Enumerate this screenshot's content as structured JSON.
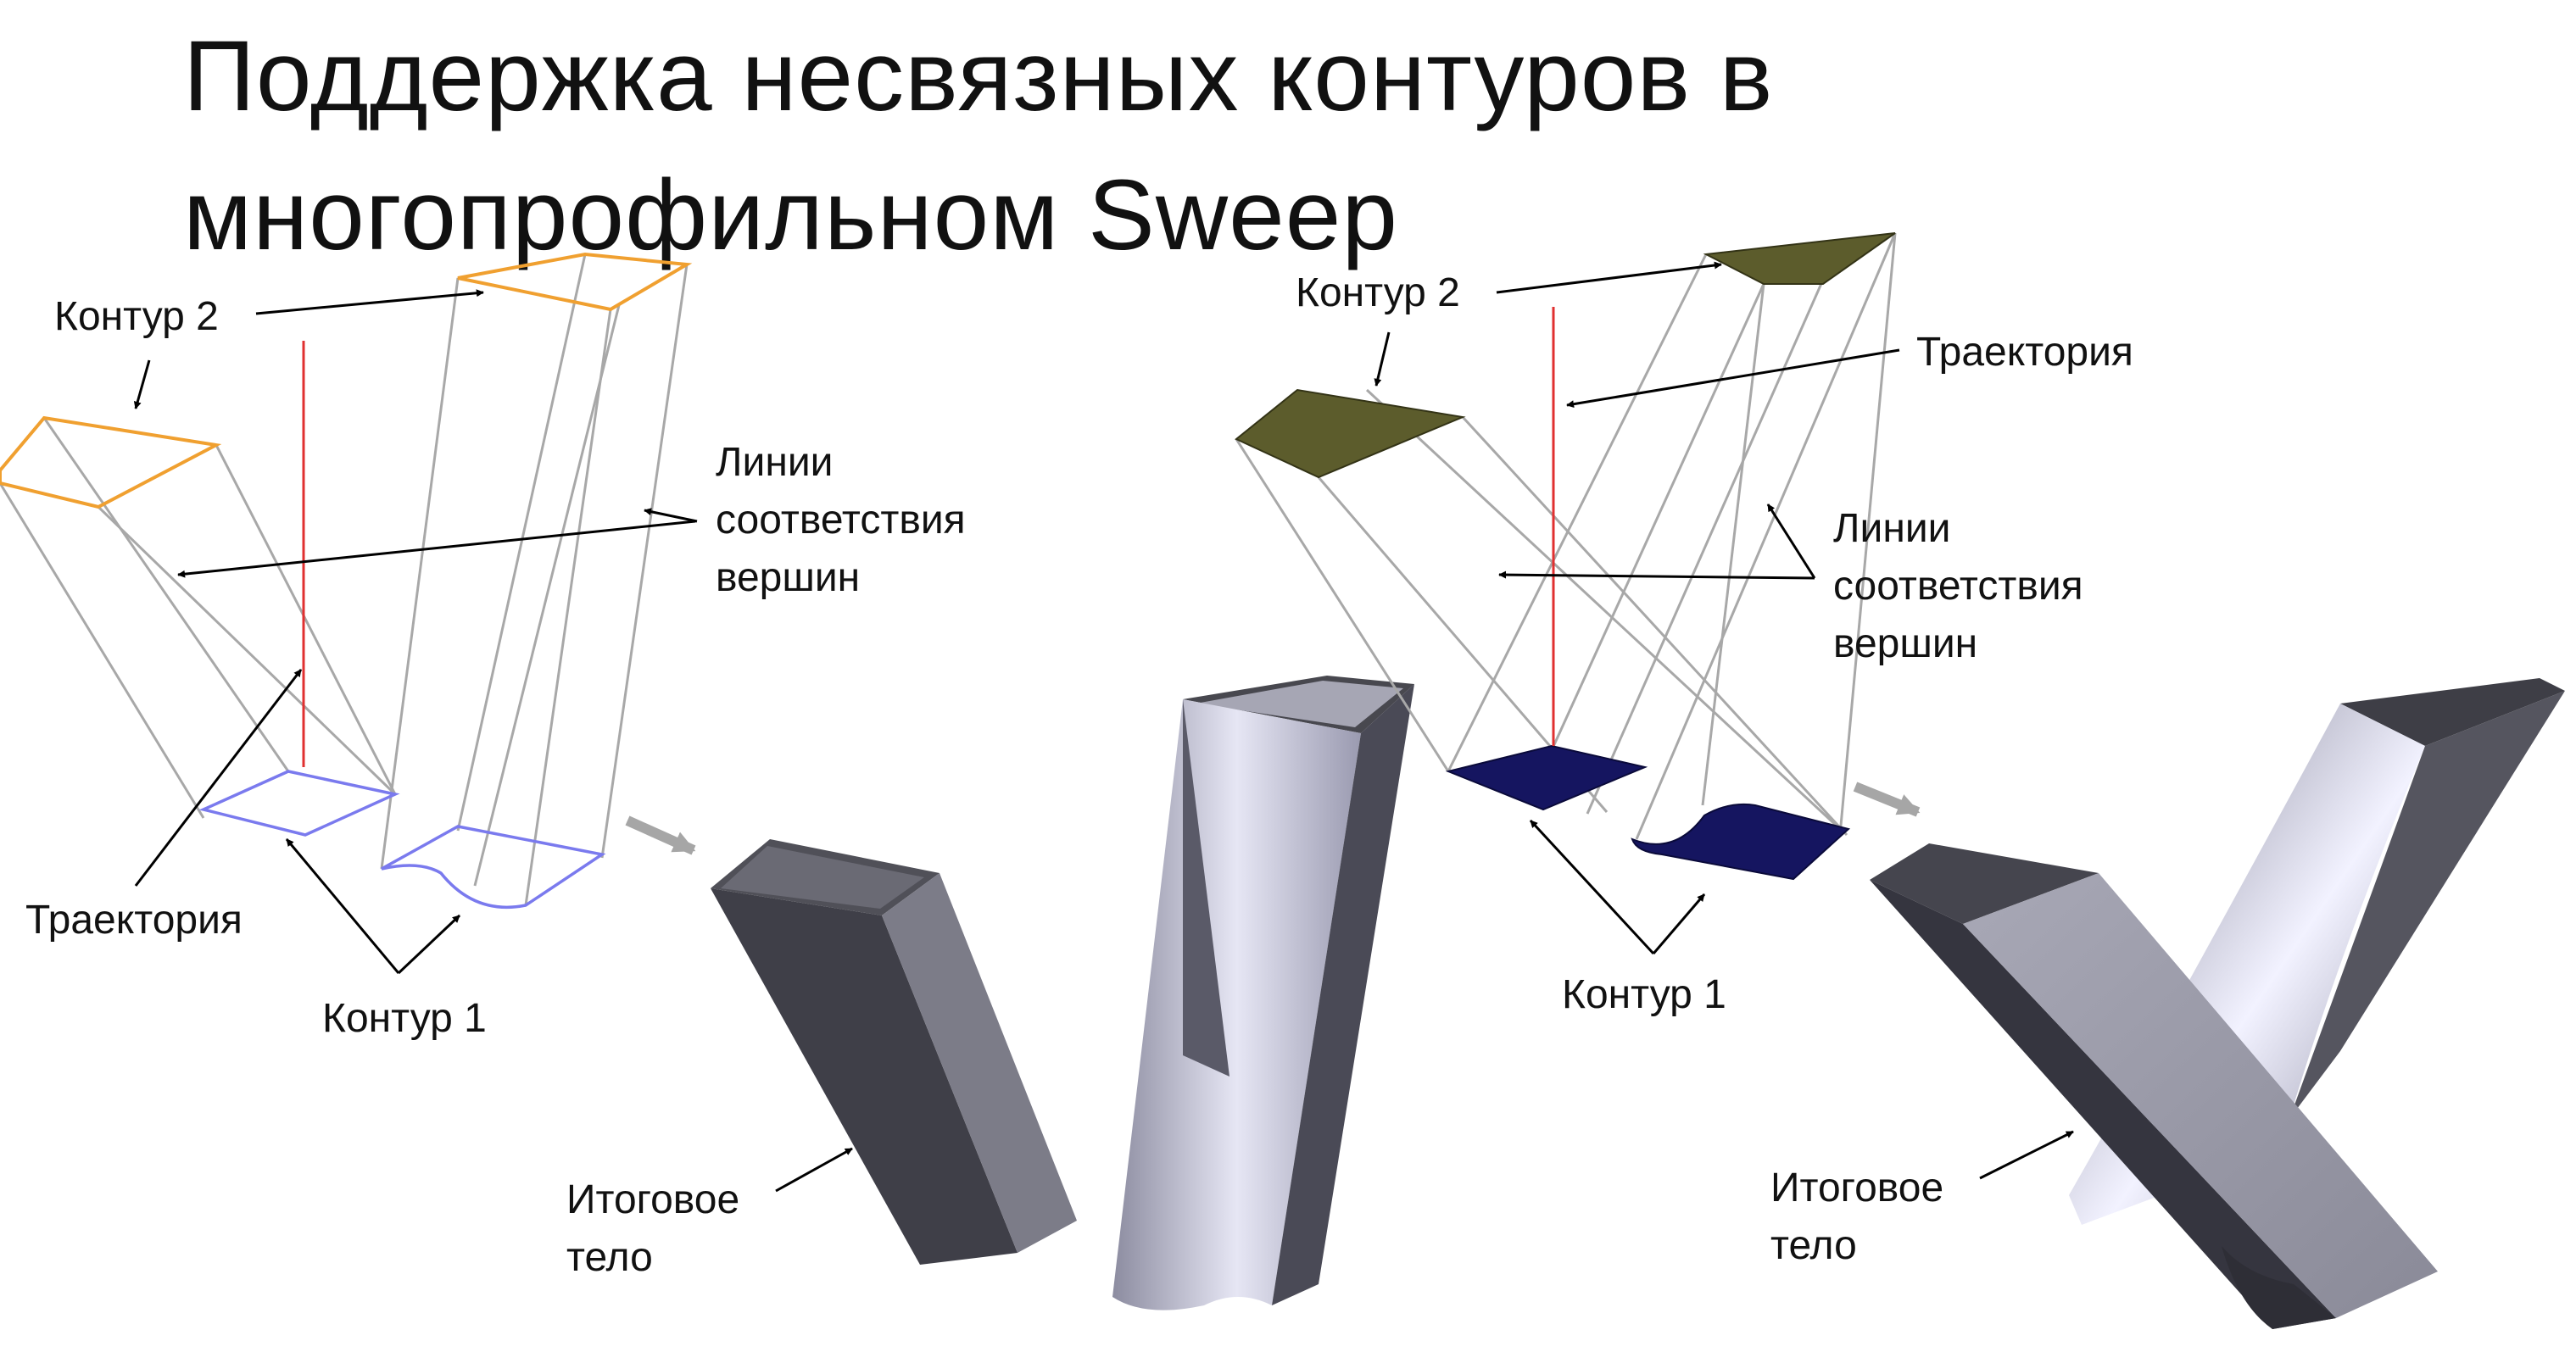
{
  "slide": {
    "title_line1": "Поддержка несвязных контуров в",
    "title_line2": "многопрофильном Sweep"
  },
  "left_diagram": {
    "contour2": "Контур 2",
    "match_lines_1": "Линии",
    "match_lines_2": "соответствия",
    "match_lines_3": "вершин",
    "trajectory": "Траектория",
    "contour1": "Контур 1",
    "result_1": "Итоговое",
    "result_2": "тело"
  },
  "right_diagram": {
    "contour2": "Контур 2",
    "trajectory": "Траектория",
    "match_lines_1": "Линии",
    "match_lines_2": "соответствия",
    "match_lines_3": "вершин",
    "contour1": "Контур 1",
    "result_1": "Итоговое",
    "result_2": "тело"
  },
  "colors": {
    "contour2_outline": "#f0a030",
    "contour1_outline": "#7a7aee",
    "trajectory": "#e03030",
    "match_line": "#a8a8a8",
    "contour2_fill": "#5c5c2c",
    "contour1_fill": "#151560",
    "flow_arrow": "#a6a6a6"
  }
}
